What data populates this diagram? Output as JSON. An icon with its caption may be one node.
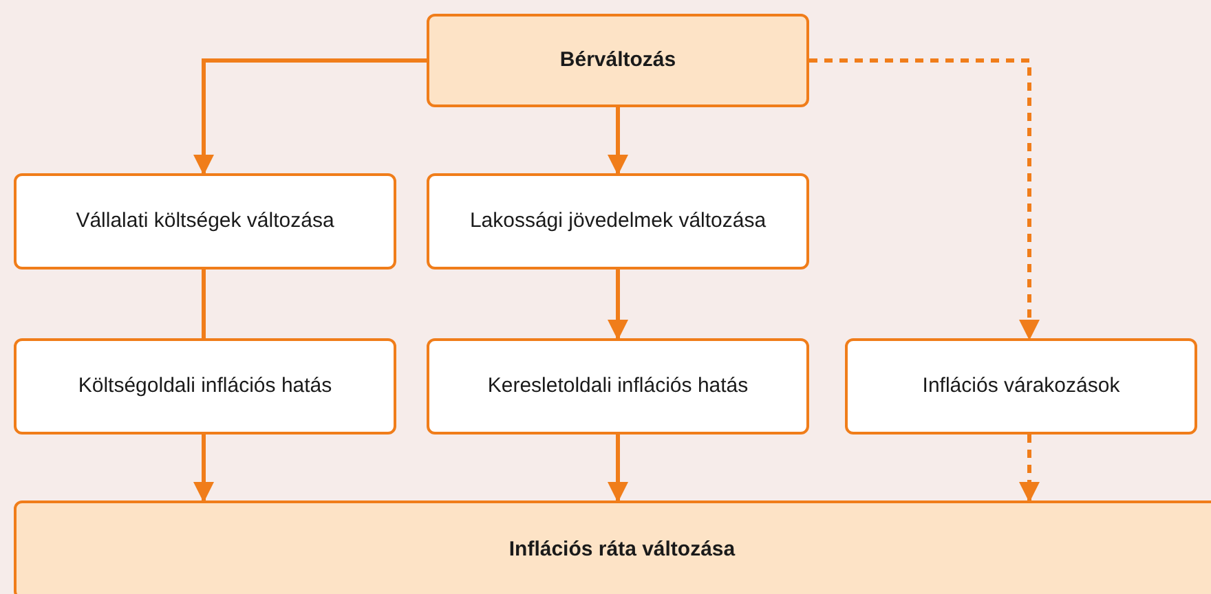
{
  "diagram": {
    "nodes": [
      {
        "text": [
          "Bérváltozás"
        ]
      },
      {
        "text": [
          "Vállalati költségek változása"
        ]
      },
      {
        "text": [
          "Lakossági jövedelmek változása"
        ]
      },
      {
        "text": [
          "Költségoldali inflációs hatás"
        ]
      },
      {
        "text": [
          "Keresletoldali inflációs hatás"
        ]
      },
      {
        "text": [
          "Inflációs várakozások"
        ]
      },
      {
        "text": [
          "Inflációs ráta változása"
        ]
      }
    ],
    "edges": [
      {
        "from": 0,
        "to": 1,
        "arrow": "to"
      },
      {
        "from": 0,
        "to": 2,
        "arrow": "to"
      },
      {
        "from": 0,
        "to": 5,
        "arrow": "to",
        "style": "dashed"
      },
      {
        "from": 1,
        "to": 3,
        "arrow": "none"
      },
      {
        "from": 2,
        "to": 4,
        "arrow": "to"
      },
      {
        "from": 3,
        "to": 6,
        "arrow": "to"
      },
      {
        "from": 4,
        "to": 6,
        "arrow": "to"
      },
      {
        "from": 5,
        "to": 6,
        "arrow": "to",
        "style": "dashed"
      }
    ]
  }
}
